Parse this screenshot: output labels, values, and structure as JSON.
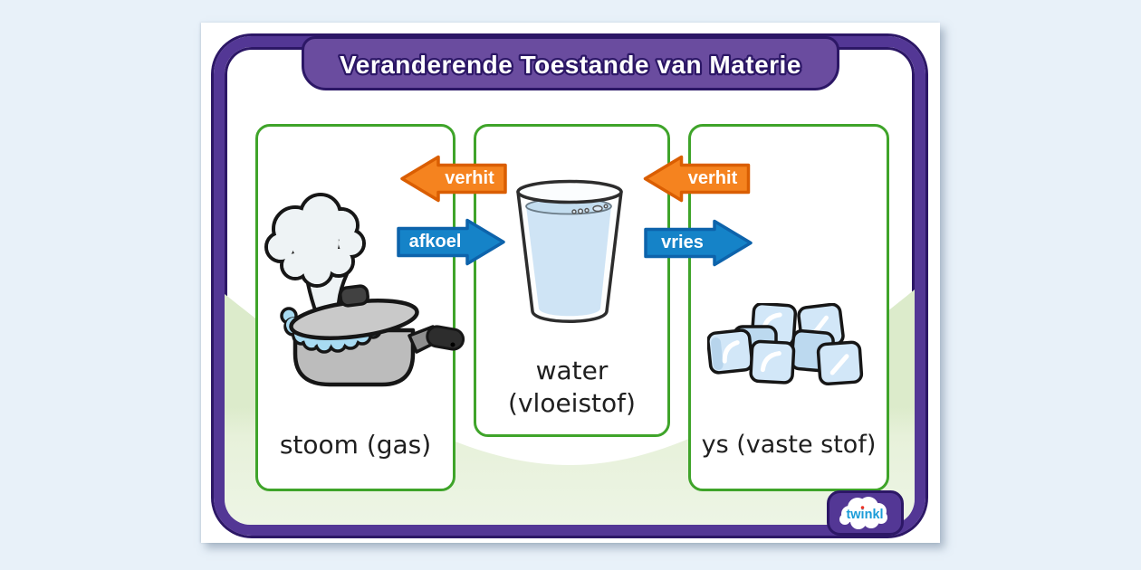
{
  "poster": {
    "title": "Veranderende Toestande van Materie",
    "panels": [
      {
        "caption": "stoom (gas)",
        "illustration": "boiling-pot"
      },
      {
        "caption_line1": "water",
        "caption_line2": "(vloeistof)",
        "illustration": "glass-of-water"
      },
      {
        "caption": "ys (vaste stof)",
        "illustration": "ice-cubes"
      }
    ],
    "arrows": [
      {
        "label": "verhit",
        "direction": "left",
        "meaning": "gas-to-liquid heating arrow"
      },
      {
        "label": "afkoel",
        "direction": "right",
        "meaning": "gas-to-liquid cooling arrow"
      },
      {
        "label": "verhit",
        "direction": "left",
        "meaning": "liquid-to-solid heating arrow"
      },
      {
        "label": "vries",
        "direction": "right",
        "meaning": "liquid-to-solid freezing arrow"
      }
    ],
    "logo_text": "twinkl",
    "colors": {
      "canvas_background": "#e8f1f9",
      "page": "#ffffff",
      "frame_purple": "#533795",
      "frame_outline": "#2c1766",
      "banner_purple": "#6a4c9f",
      "panel_border_green": "#3fa42a",
      "ground_green": "#e9f2df",
      "heat_arrow_orange": "#f5831f",
      "heat_arrow_outline": "#da5e02",
      "cool_arrow_blue": "#1583c8",
      "cool_arrow_outline": "#0d63ab",
      "water_blue": "#cfe4f5",
      "logo_text_blue": "#1b9cd8"
    }
  }
}
